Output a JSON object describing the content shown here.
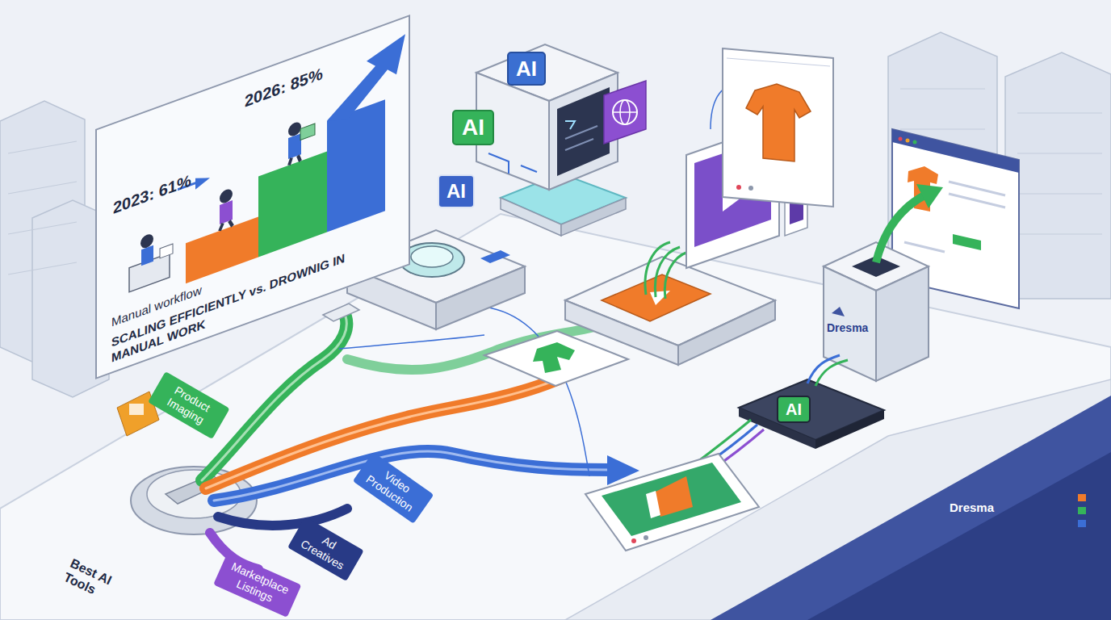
{
  "diagram": {
    "nodes": [
      {
        "text": [
          "2026: 85%",
          "2023: 61%",
          "Manual workflow",
          "SCALING EFFICIENTLY vs. DROWNIG IN MANUAL WORK"
        ]
      },
      {
        "text": [
          "AI"
        ]
      },
      {
        "text": [
          "AI"
        ]
      },
      {
        "text": [
          "AI"
        ]
      },
      {
        "text": [
          "Dresma"
        ]
      },
      {
        "text": [
          "AI"
        ]
      },
      {
        "text": [
          "Product Imaging"
        ]
      },
      {
        "text": [
          "Video Production"
        ]
      },
      {
        "text": [
          "Ad Creatives"
        ]
      },
      {
        "text": [
          "Marketplace Listings"
        ]
      },
      {
        "text": [
          "Dresma"
        ]
      }
    ],
    "labels": [
      "Best AI Tools"
    ]
  }
}
